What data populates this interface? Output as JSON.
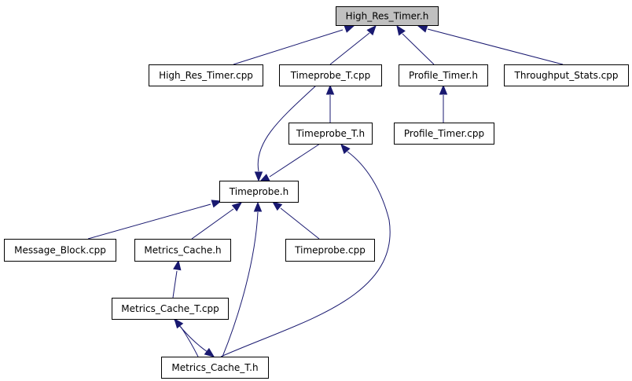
{
  "colors": {
    "node_fill": "#ffffff",
    "root_fill": "#c0c0c0",
    "node_border": "#000000",
    "edge": "#191970"
  },
  "nodes": [
    {
      "id": "high_res_timer_h",
      "label": "High_Res_Timer.h",
      "root": true
    },
    {
      "id": "high_res_timer_cpp",
      "label": "High_Res_Timer.cpp"
    },
    {
      "id": "timeprobe_t_cpp",
      "label": "Timeprobe_T.cpp"
    },
    {
      "id": "profile_timer_h",
      "label": "Profile_Timer.h"
    },
    {
      "id": "throughput_stats_cpp",
      "label": "Throughput_Stats.cpp"
    },
    {
      "id": "timeprobe_t_h",
      "label": "Timeprobe_T.h"
    },
    {
      "id": "profile_timer_cpp",
      "label": "Profile_Timer.cpp"
    },
    {
      "id": "timeprobe_h",
      "label": "Timeprobe.h"
    },
    {
      "id": "message_block_cpp",
      "label": "Message_Block.cpp"
    },
    {
      "id": "metrics_cache_h",
      "label": "Metrics_Cache.h"
    },
    {
      "id": "timeprobe_cpp",
      "label": "Timeprobe.cpp"
    },
    {
      "id": "metrics_cache_t_cpp",
      "label": "Metrics_Cache_T.cpp"
    },
    {
      "id": "metrics_cache_t_h",
      "label": "Metrics_Cache_T.h"
    }
  ],
  "edges": [
    {
      "from": "high_res_timer_cpp",
      "to": "high_res_timer_h"
    },
    {
      "from": "timeprobe_t_cpp",
      "to": "high_res_timer_h"
    },
    {
      "from": "profile_timer_h",
      "to": "high_res_timer_h"
    },
    {
      "from": "throughput_stats_cpp",
      "to": "high_res_timer_h"
    },
    {
      "from": "timeprobe_t_h",
      "to": "timeprobe_t_cpp"
    },
    {
      "from": "profile_timer_cpp",
      "to": "profile_timer_h"
    },
    {
      "from": "timeprobe_t_cpp",
      "to": "timeprobe_h"
    },
    {
      "from": "timeprobe_t_h",
      "to": "timeprobe_h"
    },
    {
      "from": "metrics_cache_t_h",
      "to": "timeprobe_t_h"
    },
    {
      "from": "message_block_cpp",
      "to": "timeprobe_h"
    },
    {
      "from": "metrics_cache_h",
      "to": "timeprobe_h"
    },
    {
      "from": "timeprobe_cpp",
      "to": "timeprobe_h"
    },
    {
      "from": "metrics_cache_t_h",
      "to": "timeprobe_h"
    },
    {
      "from": "metrics_cache_t_cpp",
      "to": "metrics_cache_h"
    },
    {
      "from": "metrics_cache_t_h",
      "to": "metrics_cache_t_cpp"
    },
    {
      "from": "metrics_cache_t_cpp",
      "to": "metrics_cache_t_h"
    }
  ]
}
